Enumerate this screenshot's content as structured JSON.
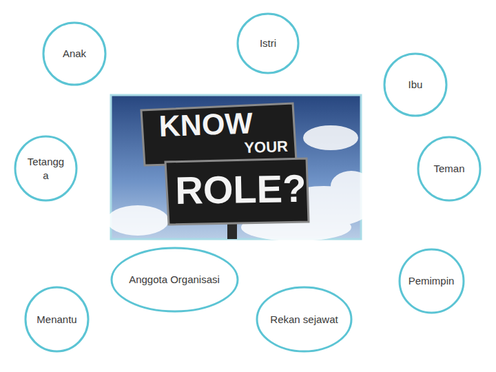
{
  "diagram": {
    "nodes": [
      {
        "text": [
          "Anak"
        ]
      },
      {
        "text": [
          "Istri"
        ]
      },
      {
        "text": [
          "Ibu"
        ]
      },
      {
        "text": [
          "Tetangga"
        ]
      },
      {
        "text": [
          "Teman"
        ]
      },
      {
        "text": [
          "Anggota Organisasi"
        ]
      },
      {
        "text": [
          "Pemimpin"
        ]
      },
      {
        "text": [
          "Menantu"
        ]
      },
      {
        "text": [
          "Rekan sejawat"
        ]
      }
    ],
    "labels": [
      "KNOW",
      "YOUR",
      "ROLE?"
    ]
  }
}
